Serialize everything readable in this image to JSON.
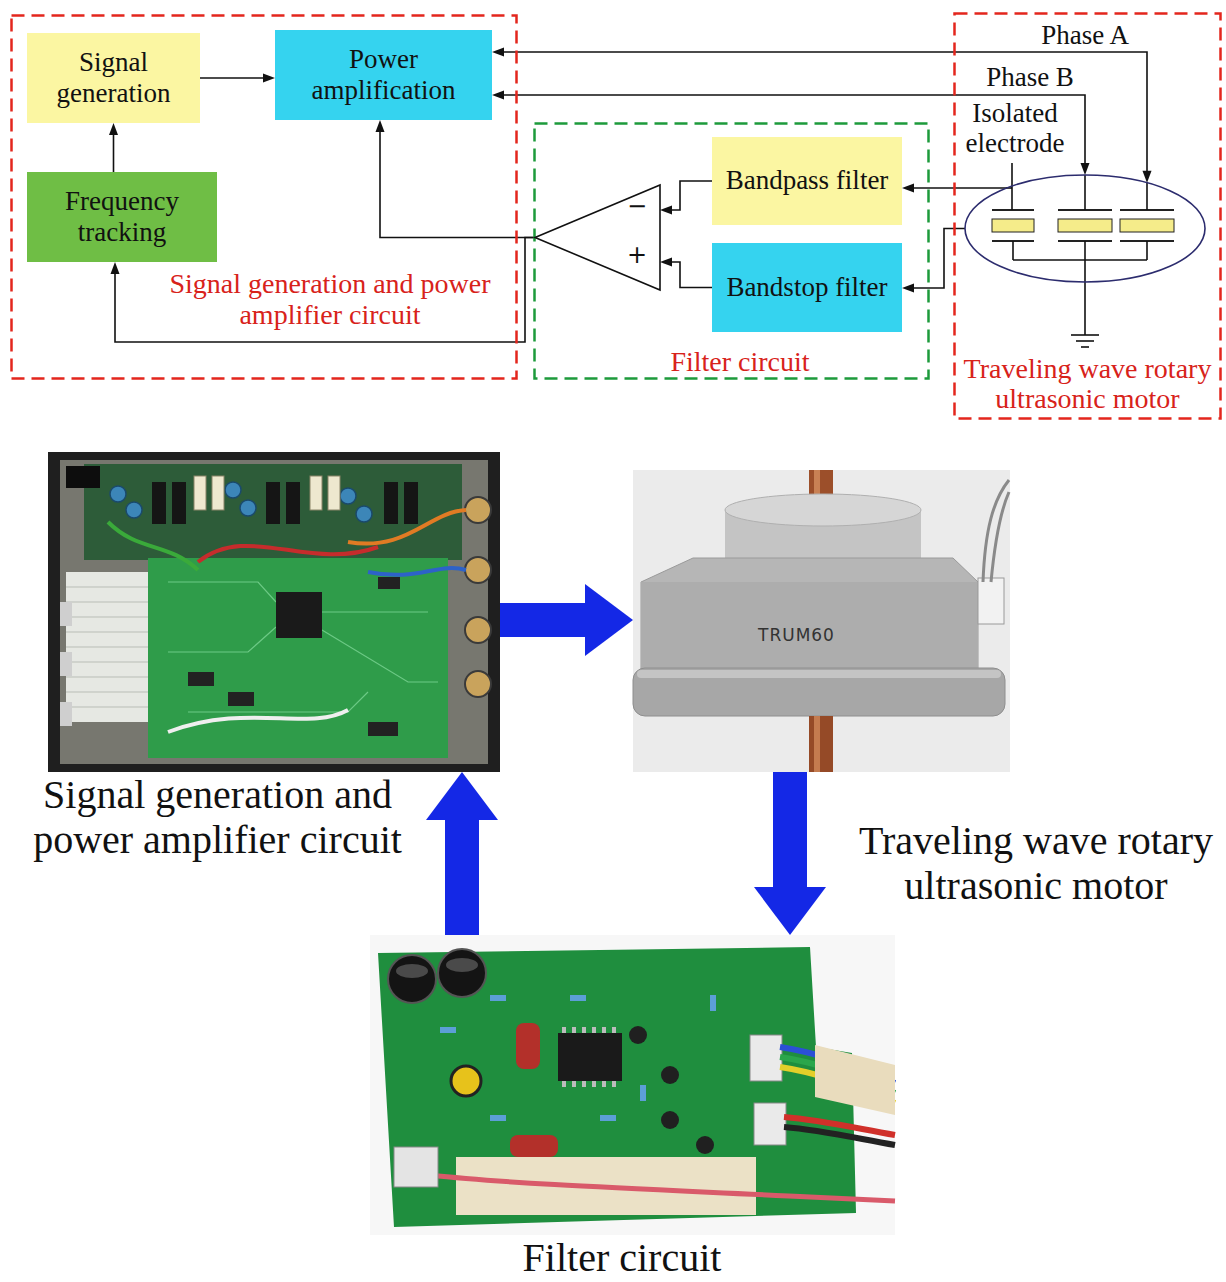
{
  "diagram": {
    "nodes": [
      {
        "text": [
          "Signal generation and power amplifier circuit"
        ]
      },
      {
        "text": [
          "Signal generation"
        ],
        "in": 0
      },
      {
        "text": [
          "Power amplification"
        ],
        "in": 0
      },
      {
        "text": [
          "Frequency tracking"
        ],
        "in": 0
      },
      {
        "text": [
          "Filter circuit"
        ]
      },
      {
        "text": [
          "−",
          "+"
        ],
        "in": 4
      },
      {
        "text": [
          "Bandpass filter"
        ],
        "in": 4
      },
      {
        "text": [
          "Bandstop filter"
        ],
        "in": 4
      },
      {
        "text": [
          "Traveling wave rotary ultrasonic motor"
        ]
      },
      {
        "text": [
          "Isolated electrode"
        ],
        "in": 8
      },
      {
        "text": [
          "Signal generation and power amplifier circuit"
        ]
      },
      {
        "text": [
          "Traveling wave rotary ultrasonic motor"
        ]
      },
      {
        "text": [
          "Filter circuit"
        ]
      }
    ],
    "edges": [
      {
        "from": 3,
        "to": 1,
        "arrow": "to"
      },
      {
        "from": 1,
        "to": 2,
        "arrow": "to"
      },
      {
        "from": 2,
        "to": 9,
        "label": "Phase A",
        "arrow": "both"
      },
      {
        "from": 2,
        "to": 9,
        "label": "Phase B",
        "arrow": "both"
      },
      {
        "from": 9,
        "to": 6,
        "arrow": "to"
      },
      {
        "from": 9,
        "to": 7,
        "arrow": "to"
      },
      {
        "from": 6,
        "to": 5,
        "arrow": "to"
      },
      {
        "from": 7,
        "to": 5,
        "arrow": "to"
      },
      {
        "from": 5,
        "to": 2,
        "arrow": "to"
      },
      {
        "from": 5,
        "to": 3,
        "arrow": "to"
      },
      {
        "from": 10,
        "to": 11,
        "arrow": "to"
      },
      {
        "from": 11,
        "to": 12,
        "arrow": "to"
      },
      {
        "from": 12,
        "to": 10,
        "arrow": "to"
      }
    ],
    "labels": [
      "TRUM60"
    ]
  }
}
